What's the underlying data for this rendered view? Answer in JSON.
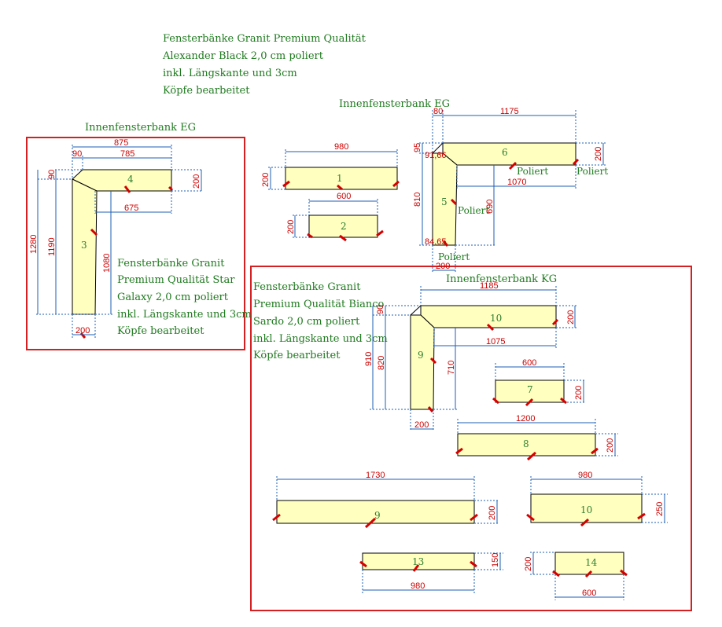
{
  "colors": {
    "slab_fill": "#ffffc0",
    "dimension_line": "#1e5fb4",
    "dimension_text": "#cc0000",
    "note_text": "#1f7a1f",
    "frame": "#d42020",
    "edge_mark": "#d40000"
  },
  "notes": {
    "top": [
      "Fensterbänke Granit Premium Qualität",
      "Alexander Black 2,0 cm poliert",
      "inkl. Längskante und 3cm",
      "Köpfe bearbeitet"
    ],
    "left": [
      "Fensterbänke Granit",
      "Premium Qualität Star",
      "Galaxy 2,0 cm poliert",
      "inkl. Längskante und 3cm",
      "Köpfe bearbeitet"
    ],
    "bottom": [
      "Fensterbänke Granit",
      "Premium Qualität Bianco",
      "Sardo 2,0 cm poliert",
      "inkl. Längskante und 3cm",
      "Köpfe bearbeitet"
    ]
  },
  "group_titles": {
    "left": "Innenfensterbank EG",
    "middle": "Innenfensterbank EG",
    "bottom": "Innenfensterbank KG"
  },
  "polished_label": "Poliert",
  "pieces": {
    "p1": "1",
    "p2": "2",
    "p3": "3",
    "p4": "4",
    "p5": "5",
    "p6": "6",
    "p7": "7",
    "p8": "8",
    "p9a": "9",
    "p9b": "9",
    "p10a": "10",
    "p10b": "10",
    "p13": "13",
    "p14": "14"
  },
  "dims": {
    "d875": "875",
    "d90a": "90",
    "d785": "785",
    "d90b": "90",
    "d200a": "200",
    "d675": "675",
    "d1280": "1280",
    "d1190": "1190",
    "d1080": "1080",
    "d200b": "200",
    "d980a": "980",
    "d200c": "200",
    "d600a": "600",
    "d200d": "200",
    "d80": "80",
    "d1175": "1175",
    "d95": "95",
    "d9166": "91,66",
    "d200e": "200",
    "d1070": "1070",
    "d810": "810",
    "d690": "690",
    "d8465": "84,65",
    "d200f": "200",
    "d1185": "1185",
    "d90c": "90",
    "d200g": "200",
    "d1075": "1075",
    "d910": "910",
    "d820": "820",
    "d710": "710",
    "d200h": "200",
    "d600b": "600",
    "d200i": "200",
    "d1200": "1200",
    "d200j": "200",
    "d1730": "1730",
    "d200k": "200",
    "d980b": "980",
    "d250": "250",
    "d150": "150",
    "d980c": "980",
    "d200l": "200",
    "d600c": "600"
  }
}
